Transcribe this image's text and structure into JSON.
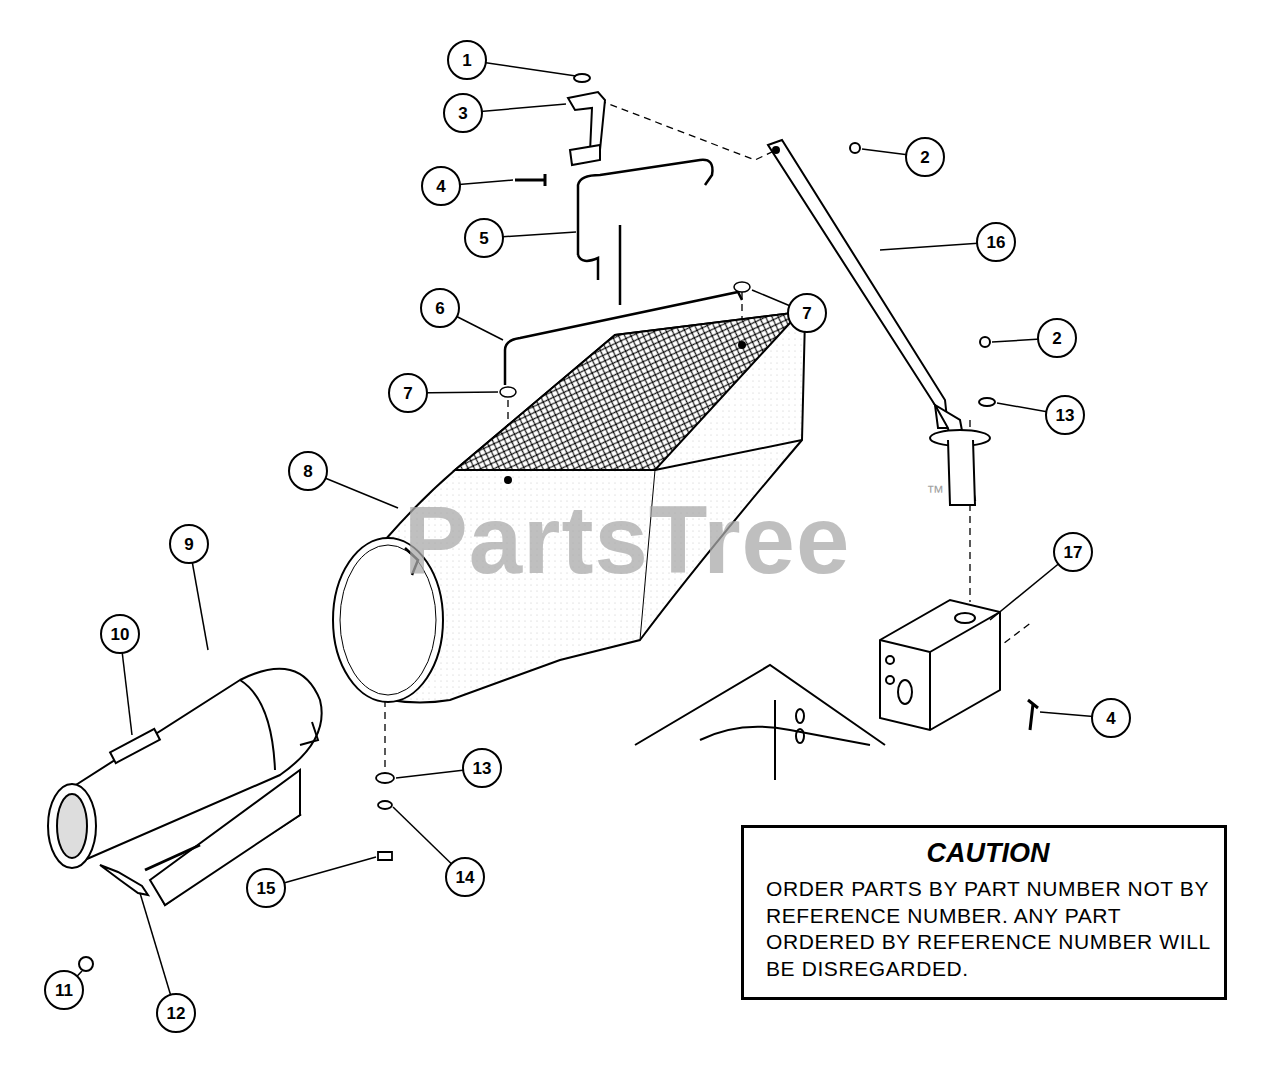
{
  "diagram": {
    "nodes": [
      {
        "text": [
          "CAUTION",
          "ORDER PARTS BY PART NUMBER NOT BY REFERENCE NUMBER. ANY PART ORDERED BY REFERENCE NUMBER WILL BE DISREGARDED."
        ]
      }
    ],
    "labels": [
      "1",
      "3",
      "4",
      "5",
      "6",
      "7",
      "7",
      "8",
      "9",
      "10",
      "2",
      "16",
      "2",
      "13",
      "17",
      "4",
      "13",
      "14",
      "15",
      "11",
      "12",
      "PartsTree",
      "™"
    ]
  }
}
